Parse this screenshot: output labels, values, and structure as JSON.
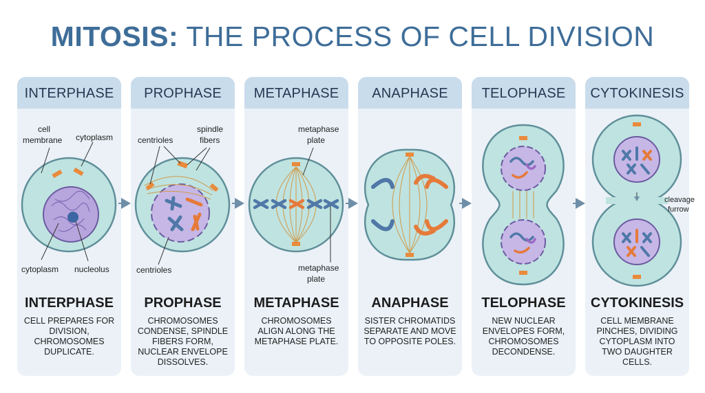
{
  "title": {
    "bold": "MITOSIS:",
    "rest": "THE PROCESS OF CELL DIVISION"
  },
  "colors": {
    "title": "#3e6d98",
    "header_bg": "#c9dcec",
    "panel_bg": "#ebf1f7",
    "cell_fill": "#bfe3e0",
    "nucleus": "#b7a6dd",
    "chromosome_blue": "#4f78a8",
    "chromosome_orange": "#e57a3a",
    "arrow": "#6f8fa8"
  },
  "phases": [
    {
      "header": "INTERPHASE",
      "name": "INTERPHASE",
      "desc": "CELL PREPARES FOR DIVISION, CHROMOSOMES DUPLICATE."
    },
    {
      "header": "PROPHASE",
      "name": "PROPHASE",
      "desc": "CHROMOSOMES CONDENSE, SPINDLE FIBERS FORM, NUCLEAR ENVELOPE DISSOLVES."
    },
    {
      "header": "METAPHASE",
      "name": "METAPHASE",
      "desc": "CHROMOSOMES ALIGN ALONG THE METAPHASE PLATE."
    },
    {
      "header": "ANAPHASE",
      "name": "ANAPHASE",
      "desc": "SISTER CHROMATIDS SEPARATE AND MOVE TO OPPOSITE POLES."
    },
    {
      "header": "TELOPHASE",
      "name": "TELOPHASE",
      "desc": "NEW NUCLEAR ENVELOPES FORM, CHROMOSOMES DECONDENSE."
    },
    {
      "header": "CYTOKINESIS",
      "name": "CYTOKINESIS",
      "desc": "CELL MEMBRANE PINCHES, DIVIDING CYTOPLASM INTO TWO DAUGHTER CELLS."
    }
  ],
  "labels": {
    "cell_membrane_1": "cell",
    "cell_membrane_2": "membrane",
    "cytoplasm_top": "cytoplasm",
    "cytoplasm_bottom": "cytoplasm",
    "nucleolus": "nucleolus",
    "centrioles_top": "centrioles",
    "centrioles_bottom": "centrioles",
    "spindle_1": "spindle",
    "spindle_2": "fibers",
    "plate_top_1": "metaphase",
    "plate_top_2": "plate",
    "plate_bottom_1": "metaphase",
    "plate_bottom_2": "plate",
    "cleavage_1": "cleavage",
    "cleavage_2": "furrow"
  }
}
